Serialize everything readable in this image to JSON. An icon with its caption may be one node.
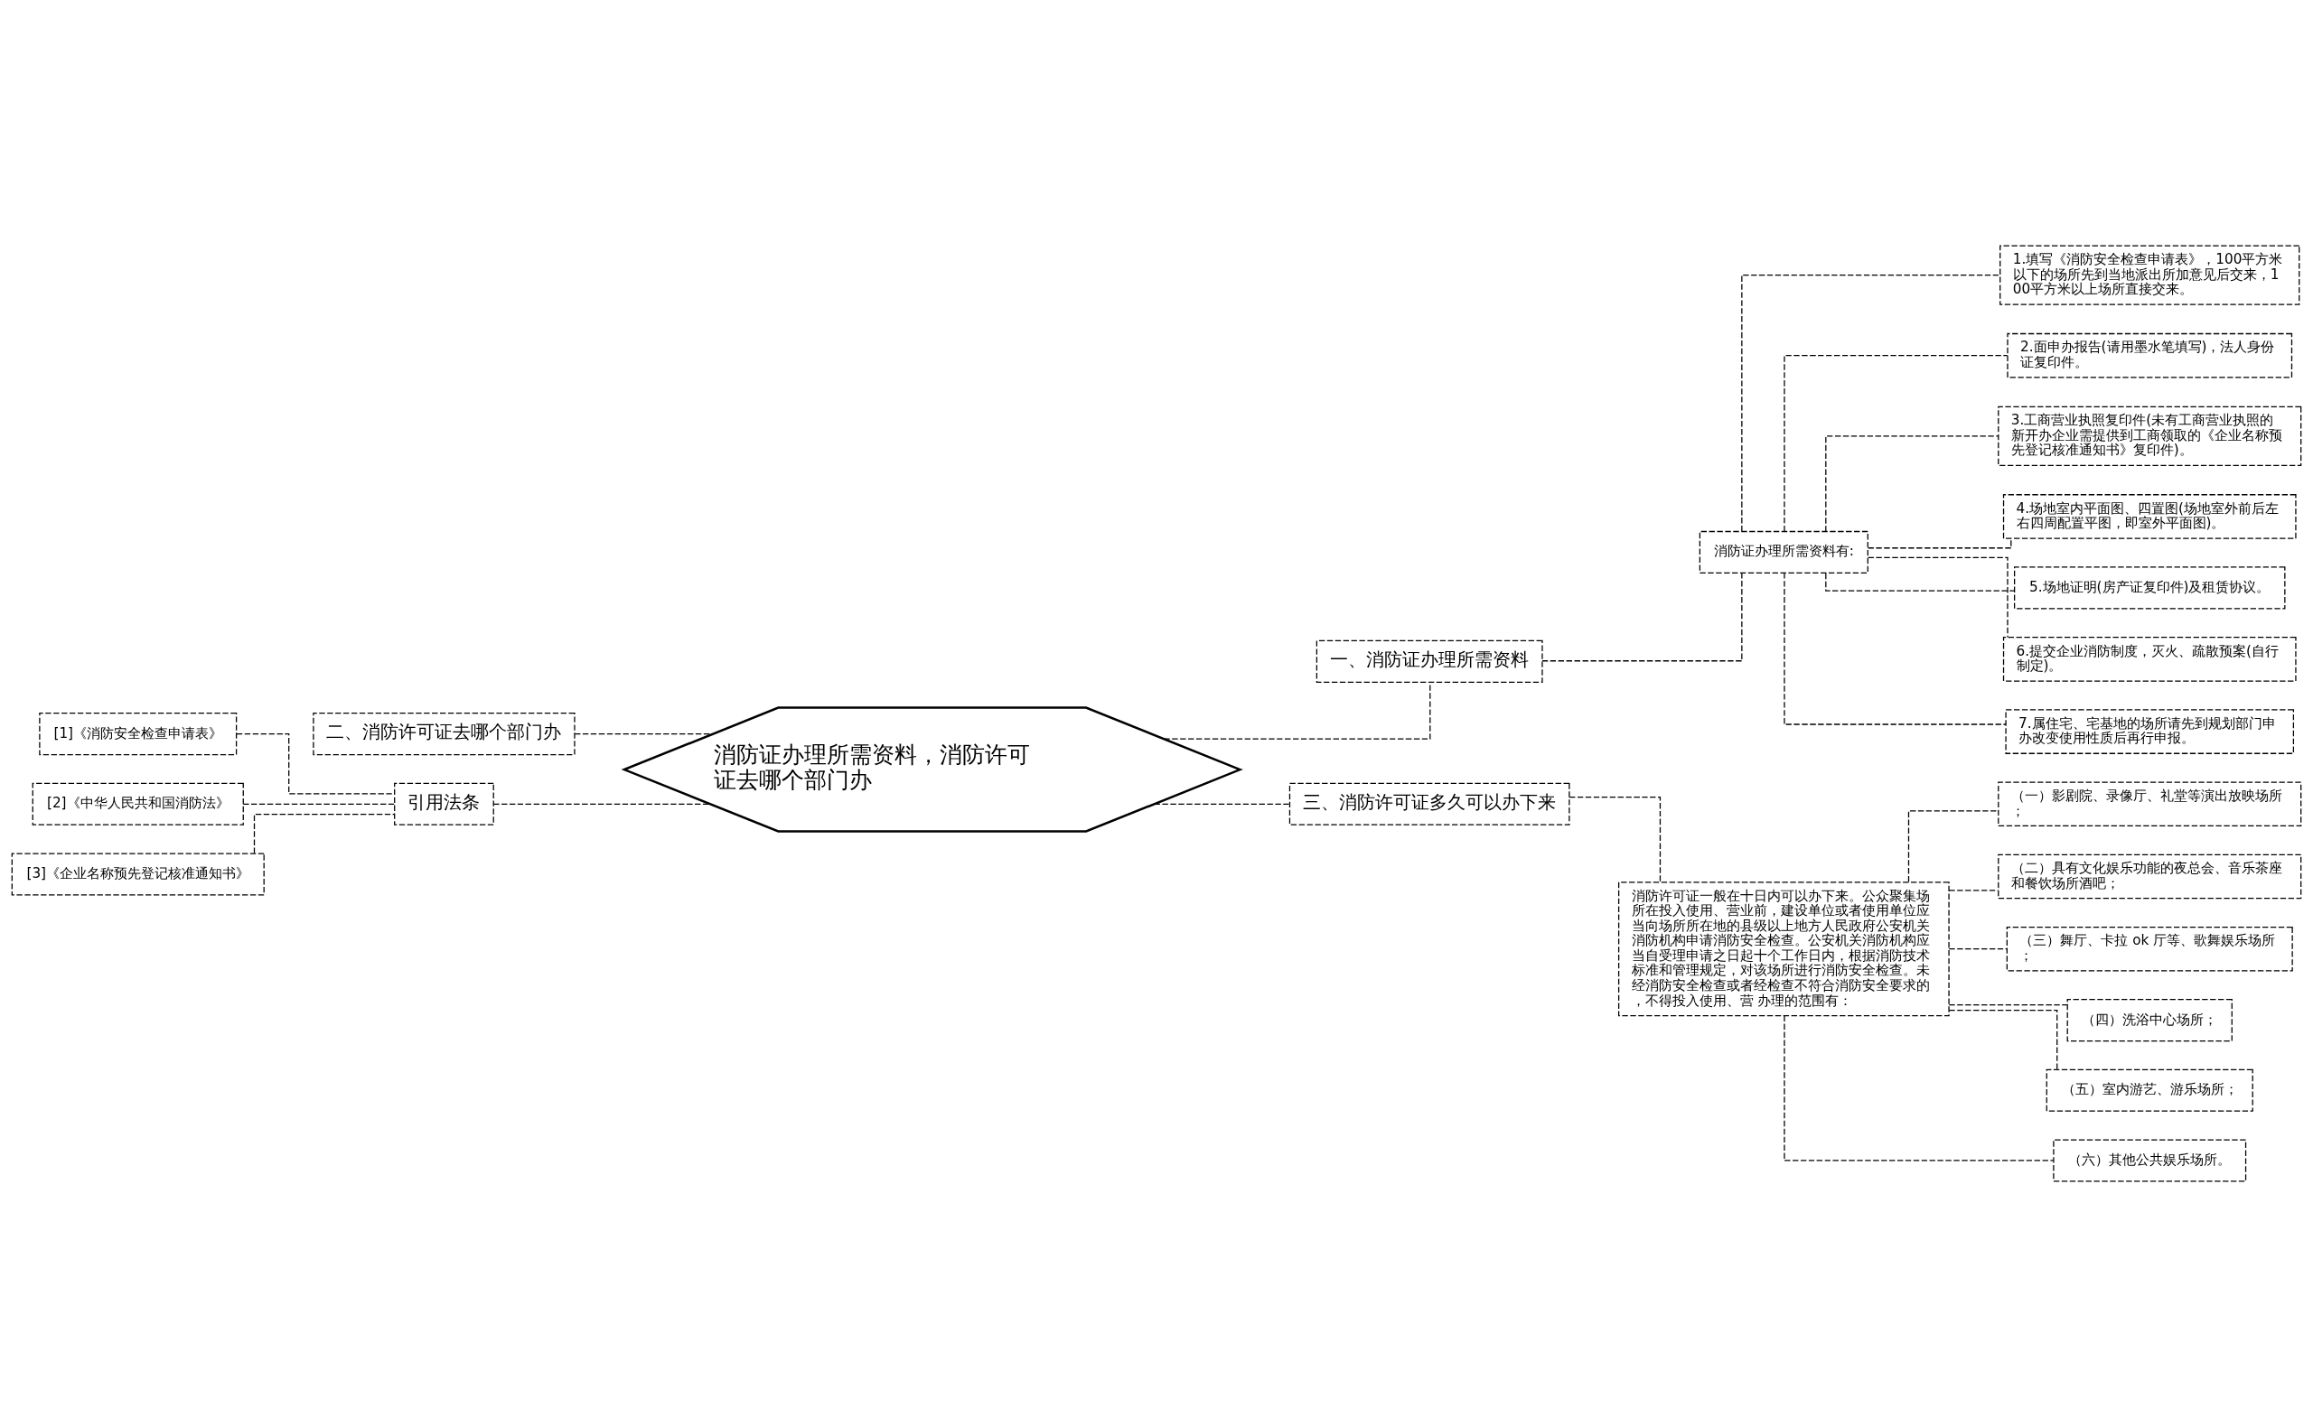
{
  "diagram": {
    "nodes": [
      {
        "text": [
          "消防证办理所需资料，消防许可证去哪个部门办"
        ]
      },
      {
        "text": [
          "一、消防证办理所需资料"
        ]
      },
      {
        "text": [
          "消防证办理所需资料有:"
        ]
      },
      {
        "text": [
          "1.填写《消防安全检查申请表》，100平方米以下的场所先到当地派出所加意见后交来，100平方米以上场所直接交来。"
        ]
      },
      {
        "text": [
          "2.面申办报告(请用墨水笔填写)，法人身份证复印件。"
        ]
      },
      {
        "text": [
          "3.工商营业执照复印件(未有工商营业执照的新开办企业需提供到工商领取的《企业名称预先登记核准通知书》复印件)。"
        ]
      },
      {
        "text": [
          "4.场地室内平面图、四置图(场地室外前后左右四周配置平图，即室外平面图)。"
        ]
      },
      {
        "text": [
          "5.场地证明(房产证复印件)及租赁协议。"
        ]
      },
      {
        "text": [
          "6.提交企业消防制度，灭火、疏散预案(自行制定)。"
        ]
      },
      {
        "text": [
          "7.属住宅、宅基地的场所请先到规划部门申办改变使用性质后再行申报。"
        ]
      },
      {
        "text": [
          "三、消防许可证多久可以办下来"
        ]
      },
      {
        "text": [
          "消防许可证一般在十日内可以办下来。公众聚集场所在投入使用、营业前，建设单位或者使用单位应当向场所所在地的县级以上地方人民政府公安机关消防机构申请消防安全检查。公安机关消防机构应当自受理申请之日起十个工作日内，根据消防技术标准和管理规定，对该场所进行消防安全检查。未经消防安全检查或者经检查不符合消防安全要求的，不得投入使用、营 办理的范围有："
        ]
      },
      {
        "text": [
          "（一）影剧院、录像厅、礼堂等演出放映场所；"
        ]
      },
      {
        "text": [
          "（二）具有文化娱乐功能的夜总会、音乐茶座和餐饮场所酒吧；"
        ]
      },
      {
        "text": [
          "（三）舞厅、卡拉 ok 厅等、歌舞娱乐场所；"
        ]
      },
      {
        "text": [
          "（四）洗浴中心场所；"
        ]
      },
      {
        "text": [
          "（五）室内游艺、游乐场所；"
        ]
      },
      {
        "text": [
          "（六）其他公共娱乐场所。"
        ]
      },
      {
        "text": [
          "二、消防许可证去哪个部门办"
        ]
      },
      {
        "text": [
          "引用法条"
        ]
      },
      {
        "text": [
          "[1]《消防安全检查申请表》"
        ]
      },
      {
        "text": [
          "[2]《中华人民共和国消防法》"
        ]
      },
      {
        "text": [
          "[3]《企业名称预先登记核准通知书》"
        ]
      }
    ],
    "edges": [
      {
        "from": 0,
        "to": 1,
        "arrow": "none",
        "style": "dashed"
      },
      {
        "from": 1,
        "to": 2,
        "arrow": "none",
        "style": "dashed"
      },
      {
        "from": 2,
        "to": 3,
        "arrow": "none",
        "style": "dashed"
      },
      {
        "from": 2,
        "to": 4,
        "arrow": "none",
        "style": "dashed"
      },
      {
        "from": 2,
        "to": 5,
        "arrow": "none",
        "style": "dashed"
      },
      {
        "from": 2,
        "to": 6,
        "arrow": "none",
        "style": "dashed"
      },
      {
        "from": 2,
        "to": 7,
        "arrow": "none",
        "style": "dashed"
      },
      {
        "from": 2,
        "to": 8,
        "arrow": "none",
        "style": "dashed"
      },
      {
        "from": 2,
        "to": 9,
        "arrow": "none",
        "style": "dashed"
      },
      {
        "from": 0,
        "to": 10,
        "arrow": "none",
        "style": "dashed"
      },
      {
        "from": 10,
        "to": 11,
        "arrow": "none",
        "style": "dashed"
      },
      {
        "from": 11,
        "to": 12,
        "arrow": "none",
        "style": "dashed"
      },
      {
        "from": 11,
        "to": 13,
        "arrow": "none",
        "style": "dashed"
      },
      {
        "from": 11,
        "to": 14,
        "arrow": "none",
        "style": "dashed"
      },
      {
        "from": 11,
        "to": 15,
        "arrow": "none",
        "style": "dashed"
      },
      {
        "from": 11,
        "to": 16,
        "arrow": "none",
        "style": "dashed"
      },
      {
        "from": 11,
        "to": 17,
        "arrow": "none",
        "style": "dashed"
      },
      {
        "from": 0,
        "to": 18,
        "arrow": "none",
        "style": "dashed"
      },
      {
        "from": 0,
        "to": 19,
        "arrow": "none",
        "style": "dashed"
      },
      {
        "from": 19,
        "to": 20,
        "arrow": "none",
        "style": "dashed"
      },
      {
        "from": 19,
        "to": 21,
        "arrow": "none",
        "style": "dashed"
      },
      {
        "from": 19,
        "to": 22,
        "arrow": "none",
        "style": "dashed"
      }
    ]
  }
}
